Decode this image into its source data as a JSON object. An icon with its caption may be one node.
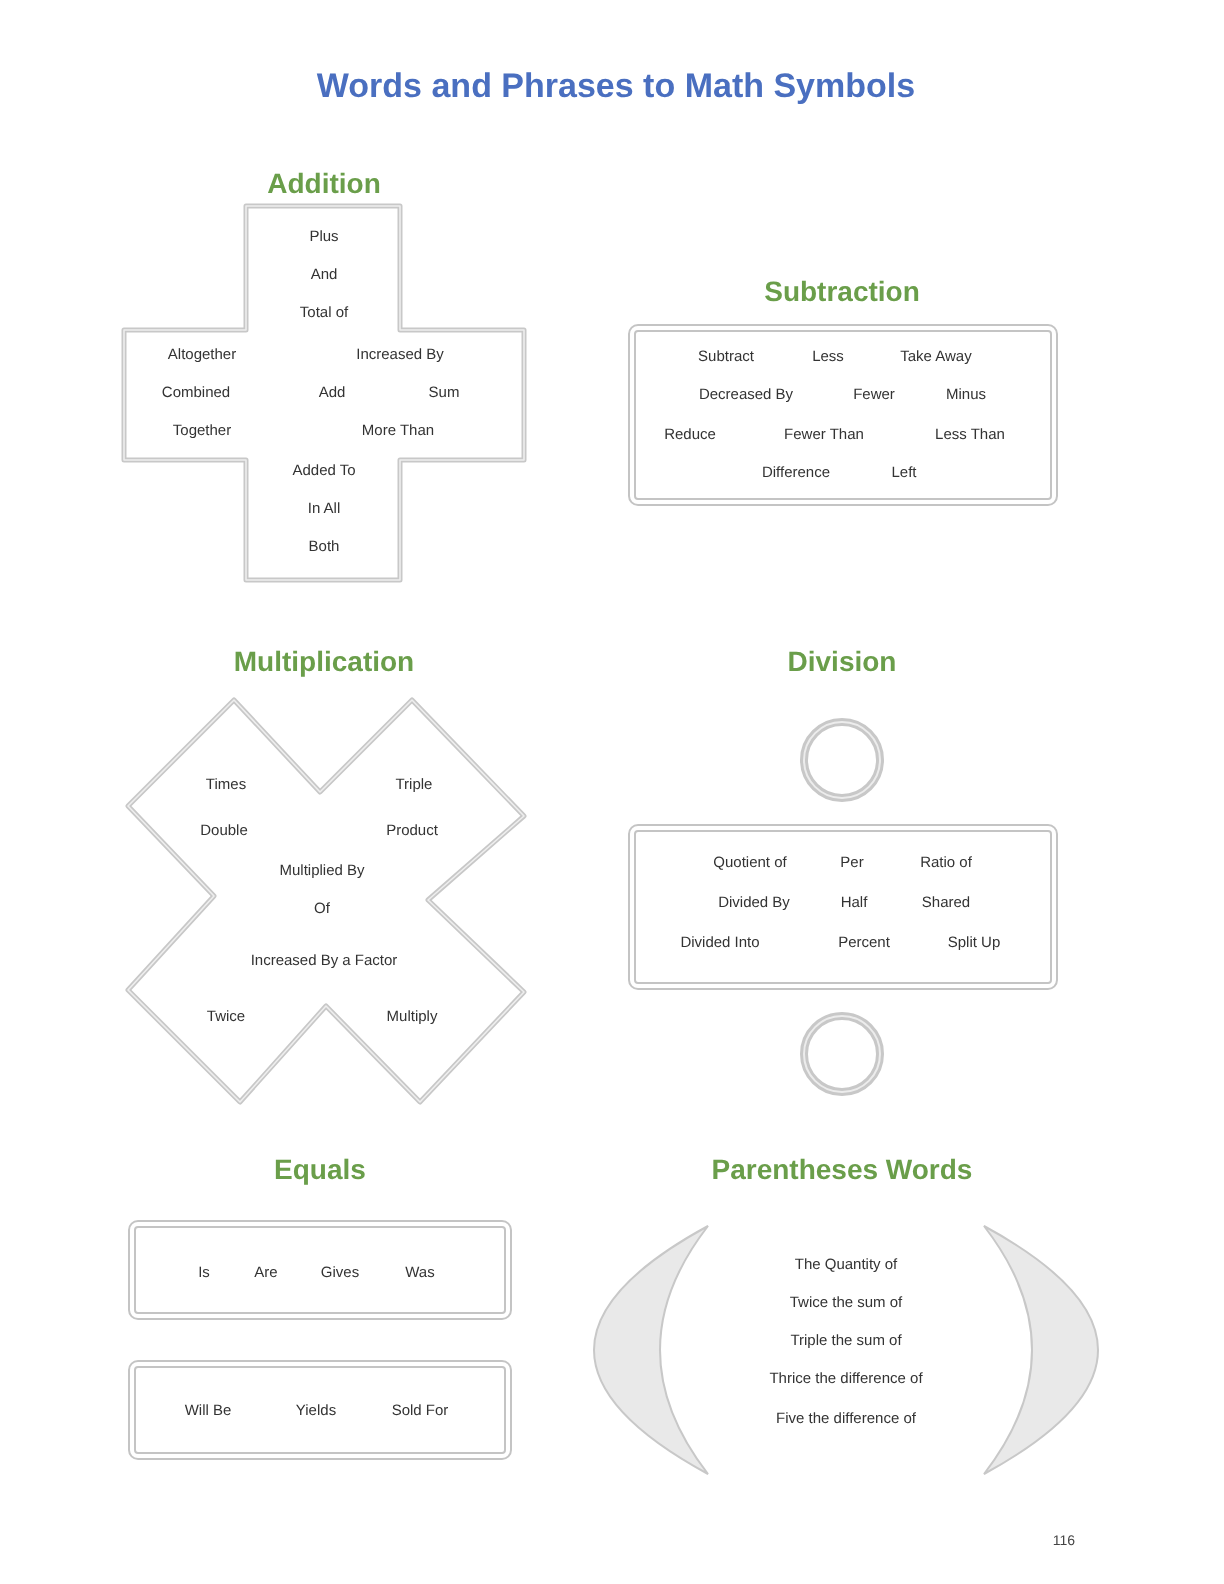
{
  "diagram": {
    "title": "Words and Phrases to Math Symbols",
    "nodes": [
      {
        "text": [
          "Plus",
          "And",
          "Total of",
          "Altogether",
          "Increased By",
          "Combined",
          "Add",
          "Sum",
          "Together",
          "More Than",
          "Added To",
          "In All",
          "Both"
        ]
      },
      {
        "text": [
          "Subtract",
          "Less",
          "Take Away",
          "Decreased By",
          "Fewer",
          "Minus",
          "Reduce",
          "Fewer Than",
          "Less Than",
          "Difference",
          "Left"
        ]
      },
      {
        "text": [
          "Times",
          "Triple",
          "Double",
          "Product",
          "Multiplied By",
          "Of",
          "Increased By a Factor",
          "Twice",
          "Multiply"
        ]
      },
      {
        "text": [],
        "shape": "circle"
      },
      {
        "text": [
          "Quotient of",
          "Per",
          "Ratio of",
          "Divided By",
          "Half",
          "Shared",
          "Divided Into",
          "Percent",
          "Split Up"
        ]
      },
      {
        "text": [],
        "shape": "circle"
      },
      {
        "text": [
          "Is",
          "Are",
          "Gives",
          "Was"
        ]
      },
      {
        "text": [
          "Will Be",
          "Yields",
          "Sold For"
        ]
      },
      {
        "text": [
          "The Quantity of",
          "Twice the sum of",
          "Triple the sum of",
          "Thrice the difference of",
          "Five the difference of"
        ]
      }
    ],
    "labels": [
      "Addition",
      "Subtraction",
      "Multiplication",
      "Division",
      "Equals",
      "Parentheses Words",
      "116"
    ]
  }
}
